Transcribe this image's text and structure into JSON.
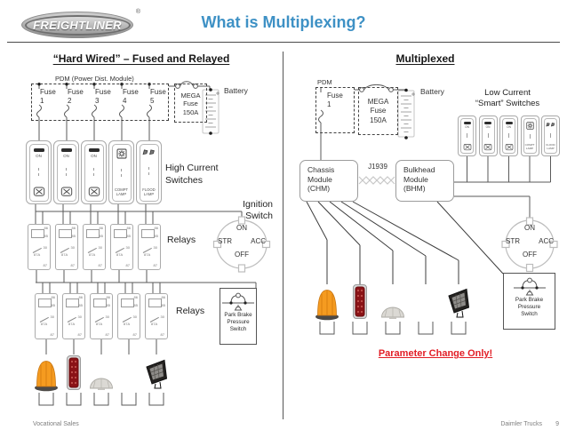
{
  "header": {
    "logo_text": "FREIGHTLINER",
    "registered_mark": "®",
    "title": "What is Multiplexing?"
  },
  "left": {
    "heading": "“Hard Wired” – Fused and Relayed",
    "pdm_label": "PDM (Power Dist. Module)",
    "fuses": [
      {
        "word": "Fuse",
        "num": "1"
      },
      {
        "word": "Fuse",
        "num": "2"
      },
      {
        "word": "Fuse",
        "num": "3"
      },
      {
        "word": "Fuse",
        "num": "4"
      },
      {
        "word": "Fuse",
        "num": "5"
      }
    ],
    "high_current_label": "High Current Switches",
    "relays_label_row1": "Relays",
    "relays_label_row2": "Relays",
    "ignition_title": "Ignition Switch"
  },
  "right": {
    "heading": "Multiplexed",
    "pdm_label": "PDM",
    "fuse": {
      "word": "Fuse",
      "num": "1"
    },
    "smart_label_line1": "Low Current",
    "smart_label_line2": "“Smart” Switches",
    "chm_lines": [
      "Chassis",
      "Module",
      "(CHM)"
    ],
    "j1939_label": "J1939",
    "bhm_lines": [
      "Bulkhead",
      "Module",
      "(BHM)"
    ],
    "parameter_note": "Parameter Change Only!"
  },
  "shared": {
    "battery_label": "Battery",
    "mega_fuse_lines": [
      "MEGA",
      "Fuse",
      "150A"
    ],
    "relay_pins": [
      "86",
      "85",
      "30",
      "87A",
      "87"
    ],
    "park_brake_lines": [
      "Park Brake",
      "Pressure",
      "Switch"
    ],
    "ignition": {
      "on": "ON",
      "str": "STR",
      "acc": "ACC",
      "off": "OFF"
    },
    "switch_items": [
      {
        "variant": "on",
        "on": "ON",
        "label": ""
      },
      {
        "variant": "on",
        "on": "ON",
        "label": ""
      },
      {
        "variant": "on",
        "on": "ON",
        "label": ""
      },
      {
        "variant": "compt",
        "on": "",
        "label": "COMPT LAMP"
      },
      {
        "variant": "flood",
        "on": "",
        "label": "FLOOD LAMP"
      }
    ],
    "lamp_items": [
      {
        "kind": "beacon-lamp"
      },
      {
        "kind": "red-marker-lamp"
      },
      {
        "kind": "dome-lamp"
      },
      {
        "kind": "utility-strip-lamp"
      },
      {
        "kind": "flood-work-lamp"
      }
    ]
  },
  "footer": {
    "left": "Vocational Sales",
    "right": "Daimler Trucks",
    "page": "9"
  },
  "colors": {
    "title_blue": "#3E91C5",
    "alert_red": "#E21E26",
    "beacon_amber": "#F59B20",
    "marker_red": "#8A1216",
    "wire_gray": "#555555"
  }
}
